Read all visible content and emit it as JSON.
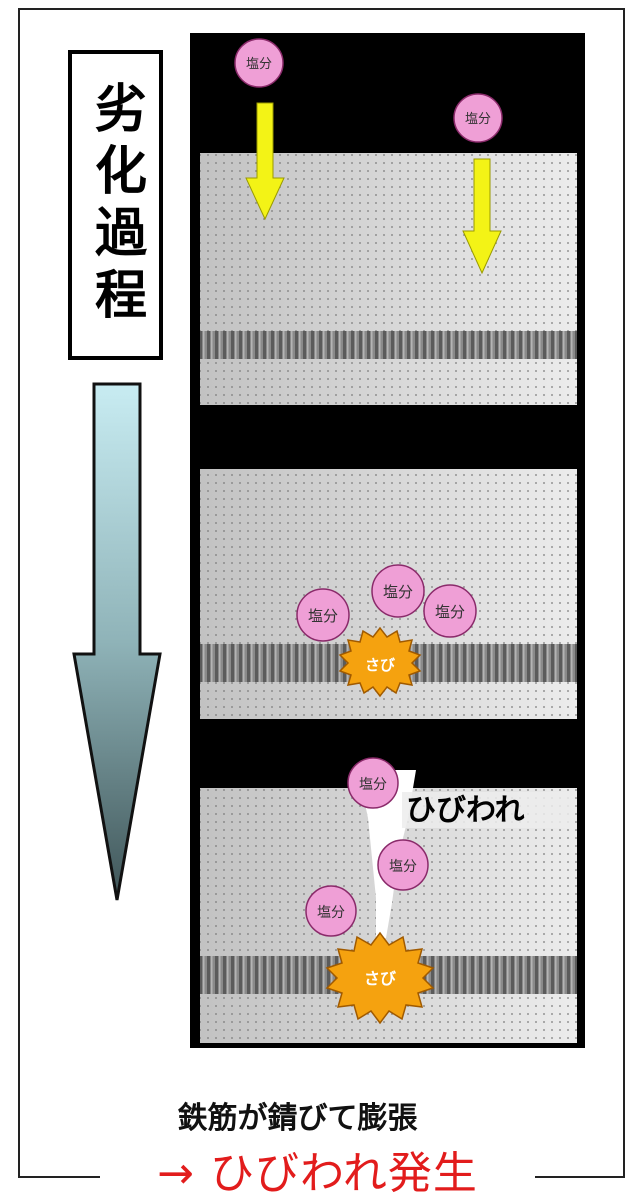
{
  "title": "劣化過程",
  "salt_label": "塩分",
  "rust_label": "さび",
  "crack_label": "ひびわれ",
  "caption": "鉄筋が錆びて膨張",
  "conclusion": "→ ひびわれ発生",
  "colors": {
    "salt": "#ef9fd6",
    "rust": "#f5a20f",
    "penetration_arrow": "#f3f316",
    "conclusion_text": "#e21c1c"
  },
  "stages": [
    {
      "stage": 1,
      "salt_count": 2,
      "rust": false,
      "crack": false
    },
    {
      "stage": 2,
      "salt_count": 3,
      "rust": true,
      "crack": false
    },
    {
      "stage": 3,
      "salt_count": 3,
      "rust": true,
      "crack": true
    }
  ]
}
